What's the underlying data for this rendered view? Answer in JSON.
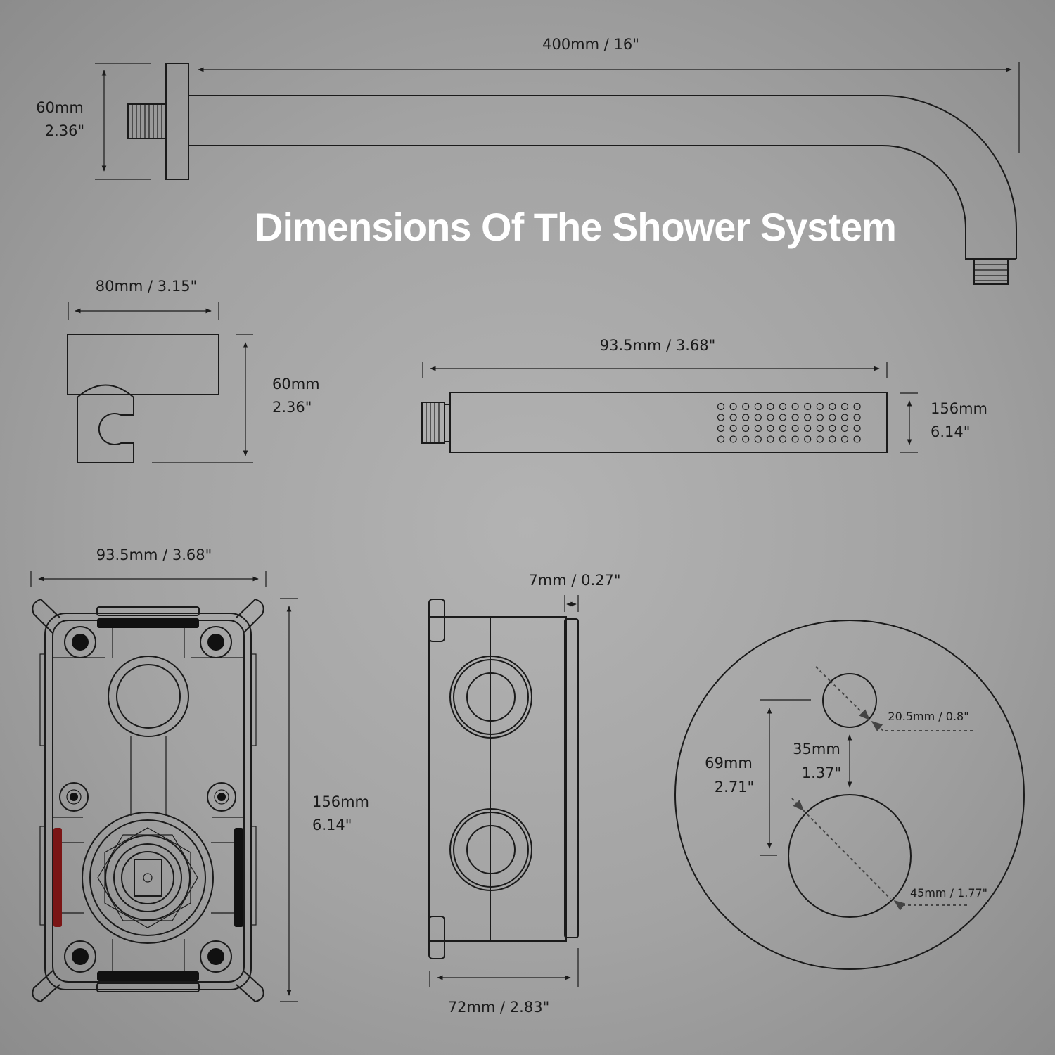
{
  "title": "Dimensions Of The Shower System",
  "shower_arm": {
    "length": "400mm / 16\"",
    "height_mm": "60mm",
    "height_in": "2.36\""
  },
  "holder": {
    "width": "80mm / 3.15\"",
    "height_mm": "60mm",
    "height_in": "2.36\""
  },
  "hand_shower": {
    "length": "93.5mm / 3.68\"",
    "height_mm": "156mm",
    "height_in": "6.14\""
  },
  "valve_box": {
    "width": "93.5mm / 3.68\"",
    "height_mm": "156mm",
    "height_in": "6.14\""
  },
  "valve_side": {
    "plate": "7mm / 0.27\"",
    "depth": "72mm / 2.83\""
  },
  "trim_plate": {
    "small_dia": "20.5mm / 0.8\"",
    "spacing_mm": "35mm",
    "spacing_in": "1.37\"",
    "center_mm": "69mm",
    "center_in": "2.71\"",
    "large_dia": "45mm / 1.77\""
  },
  "colors": {
    "hot_marker": "#7a1515",
    "title": "#ffffff"
  }
}
